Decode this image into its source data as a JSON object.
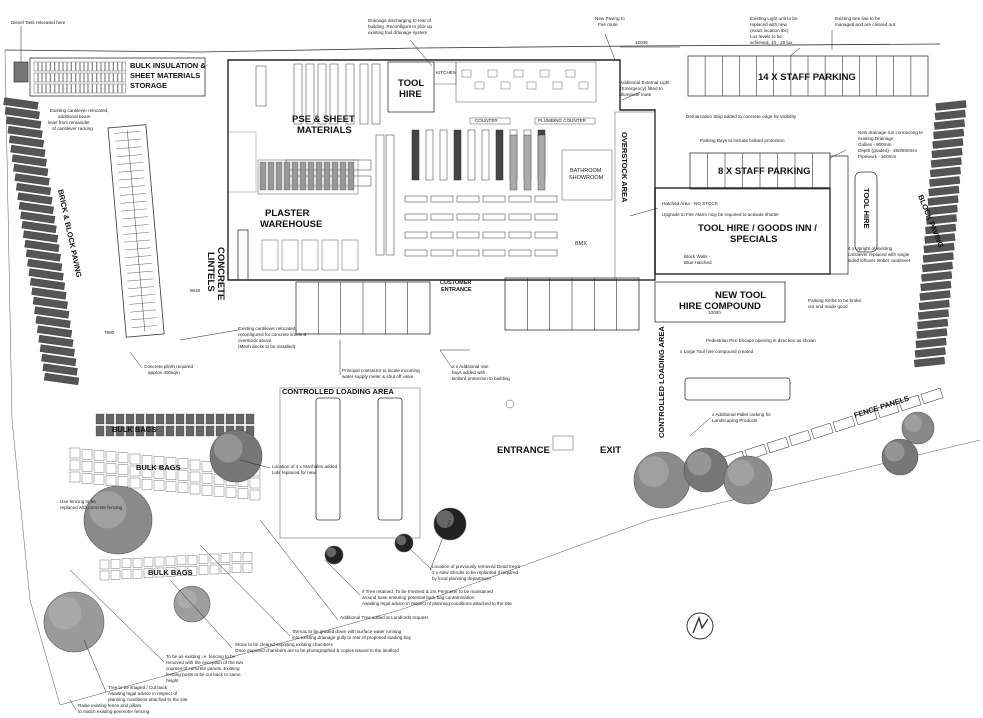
{
  "labels": {
    "diesel_tank": "Diesel Tank relocated here",
    "bulk_storage_1": "BULK INSULATION &",
    "bulk_storage_2": "SHEET MATERIALS",
    "bulk_storage_3": "STORAGE",
    "tool_hire_top_1": "TOOL",
    "tool_hire_top_2": "HIRE",
    "pse_1": "PSE & SHEET",
    "pse_2": "MATERIALS",
    "plaster_1": "PLASTER",
    "plaster_2": "WAREHOUSE",
    "concrete_lintels_1": "CONCRETE",
    "concrete_lintels_2": "LINTELS",
    "brick_paving_left": "BRICK & BLOCK PAVING",
    "block_paving_right": "BLOCK PAVING",
    "overstock": "OVERSTOCK AREA",
    "bathroom_1": "BATHROOM",
    "bathroom_2": "SHOWROOM",
    "bmx": "BMX",
    "staff_parking_14": "14 X STAFF PARKING",
    "staff_parking_8": "8 X STAFF PARKING",
    "tool_hire_goods_1": "TOOL HIRE / GOODS INN /",
    "tool_hire_goods_2": "SPECIALS",
    "tool_hire_right": "TOOL HIRE",
    "new_tool_hire_1": "NEW TOOL",
    "new_tool_hire_2": "HIRE COMPOUND",
    "customer_entrance_1": "CUSTOMER",
    "customer_entrance_2": "ENTRANCE",
    "controlled_loading": "CONTROLLED LOADING AREA",
    "controlled_loading_right": "CONTROLLED LOADING AREA",
    "entrance": "ENTRANCE",
    "exit": "EXIT",
    "bulk_bags_1": "BULK BAGS",
    "bulk_bags_2": "BULK BAGS",
    "bulk_bags_3": "BULK BAGS",
    "fence_panels": "FENCE PANELS",
    "kitchen": "KITCHEN",
    "counter": "COUNTER",
    "plumbing_counter": "PLUMBING COUNTER",
    "dim_top": "12035",
    "dim_left": "9640",
    "dim_left2": "7990",
    "dim_tool": "10000"
  },
  "notes": {
    "drainage": "Drainage discharging to rear of building. Reconfigure to pick up existing foul drainage system",
    "new_paving": "New Paving to Fire route",
    "existing_light": "Existing Light unit to be replaced with new (exact location tbc) Lux levels to be achieved, 10 - 20 lux",
    "existing_tree_line": "Existing tree line to be managed and are cleared out",
    "cantilever_relocated": "Existing cantilever relocated, additional beam level from remainder of cantilever racking",
    "external_light": "Additional External Light (Emergency) fitted to illuminate route",
    "demarcation": "Demarcation Strip added to concrete edge for visibility",
    "parking_bays": "Parking Bays to include bollard protection",
    "new_drainage": "New drainage run connecting to existing Drainage Gullies - 900mm Depth (graded) - 450/600mm Pipework - 100mm",
    "hatched_area": "Hatched Area - NO STOCK",
    "fire_alarm": "Upgrade to Fire Alarm may be required to activate shutter",
    "block_walls": "Block Walls - Blue Hatched",
    "cantilever_upright": "4 x Upright of existing cantilever replaced with single sided leftover timber cantilever",
    "parking_kerbs": "Parking Kerbs to be broke out and made good",
    "pedestrian_ped": "Pedestrian Pen Escape opening in direction as shown",
    "large_tool_hire": "x Large Tool hire compound created",
    "pallet_racking": "x Additional Pallet racking for Landscaping Products",
    "cantilever_reconfig": "Existing cantilever relocated, reconfigured for concrete lintels & overstock above (Mesh decks to be installed)",
    "plinth": "Concrete plinth required approx 400sqm",
    "contractor": "Principal contractor to locate incoming water supply meter & shut off valve",
    "van_bays": "2 x Additional Van bays added with Bollard protection to building",
    "manholes": "Location of 4 x Manholes added Lids replaced for new",
    "dead_trees": "Location of previously removed Dead tree's 2 x New Shrubs to be replanted if required by local planning department",
    "tree_retained": "If Tree retained. To be trimmed & 2m Perimeter to be maintained around base ensuring potential bark bag contamination. Awaiting legal advice in respect of planning conditions attached to the site",
    "additional_tree": "Additional Tree added at Landlords request",
    "tarmac": "Tarmac to be graded down with surface water running into existing drainage gully to rear of proposed loading bay",
    "stone_cleared": "Stone to be cleared exposing existing chambers Once exposed chambers are to be photographed & copies issued to the landlord",
    "fencing": "To be as existing i.e. fencing to be removed with the exception of the two courses of concrete panels. Existing fencing posts to be cut back to same height",
    "tree_shaped": "Tree to be shaped / Cut back Awaiting legal advice in respect of planning conditions attached to the site",
    "raise_fence": "Raise existing fence and pillars to match existing perimeter fencing",
    "use_fencing": "Use fencing to replaced with concrete fencing"
  }
}
